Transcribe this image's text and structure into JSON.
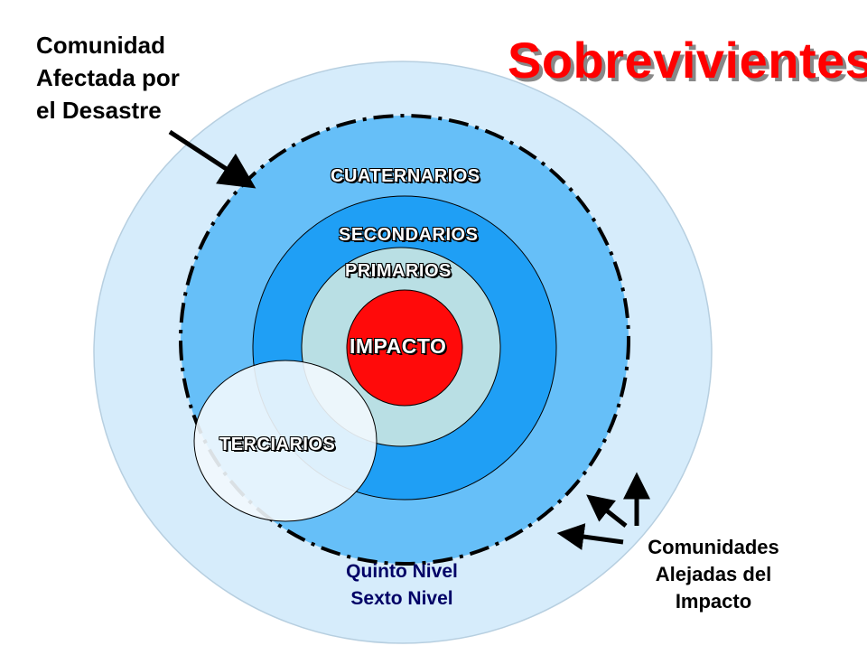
{
  "title": "Sobrevivientes",
  "callout_top": {
    "line1": "Comunidad",
    "line2": "Afectada por",
    "line3": "el Desastre"
  },
  "rings": {
    "cuaternarios": "CUATERNARIOS",
    "secundarios": "SECONDARIOS",
    "primarios": "PRIMARIOS",
    "impacto": "IMPACTO",
    "terciarios": "TERCIARIOS"
  },
  "outer_levels": {
    "line1": "Quinto Nivel",
    "line2": "Sexto Nivel"
  },
  "callout_bottom": {
    "line1": "Comunidades",
    "line2": "Alejadas del",
    "line3": "Impacto"
  },
  "colors": {
    "title": "#ff0000",
    "outer_ring": "#d6ecfb",
    "cuaternarios_ring": "#66bff8",
    "secundarios_ring": "#1f9ff5",
    "primarios_ring": "#b9dfe4",
    "impacto_core": "#ff0a0a",
    "terciarios_ellipse": "#f2f8fd"
  }
}
